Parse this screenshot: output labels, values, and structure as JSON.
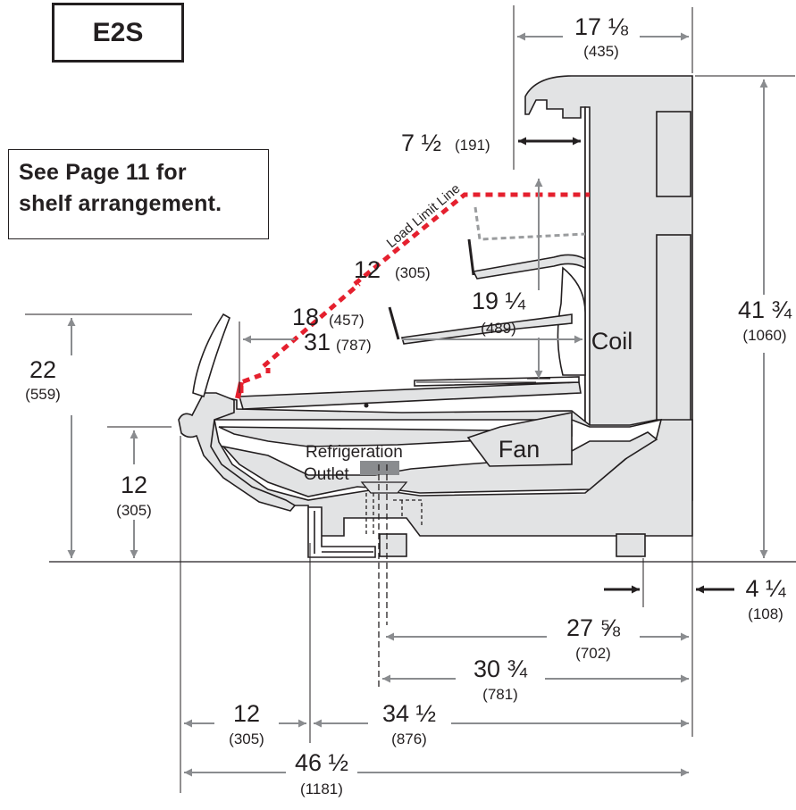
{
  "model": "E2S",
  "note": {
    "line1": "See Page 11 for",
    "line2": "shelf arrangement."
  },
  "labels": {
    "coil": "Coil",
    "fan": "Fan",
    "refrigeration": "Refrigeration",
    "outlet": "Outlet",
    "load_limit": "Load Limit Line"
  },
  "dimensions": {
    "top_width": {
      "in": "17 ⅛",
      "mm": "(435)"
    },
    "canopy": {
      "in": "7 ½",
      "mm": "(191)"
    },
    "shelf_upper": {
      "in": "12",
      "mm": "(305)"
    },
    "shelf_lower": {
      "in": "18",
      "mm": "(457)"
    },
    "shelf_height": {
      "in": "19 ¼",
      "mm": "(489)"
    },
    "deck_depth": {
      "in": "31",
      "mm": "(787)"
    },
    "overall_height": {
      "in": "41 ¾",
      "mm": "(1060)"
    },
    "front_height": {
      "in": "22",
      "mm": "(559)"
    },
    "bumper_height": {
      "in": "12",
      "mm": "(305)"
    },
    "rear_offset": {
      "in": "4 ¼",
      "mm": "(108)"
    },
    "leg_span": {
      "in": "27 ⅝",
      "mm": "(702)"
    },
    "drain_span": {
      "in": "30 ¾",
      "mm": "(781)"
    },
    "front_overhang": {
      "in": "12",
      "mm": "(305)"
    },
    "base_depth": {
      "in": "34 ½",
      "mm": "(876)"
    },
    "overall_depth": {
      "in": "46 ½",
      "mm": "(1181)"
    }
  },
  "colors": {
    "case_fill": "#e2e3e4",
    "outline": "#231f20",
    "load_line": "#e5202e",
    "panel_gray": "#8a8c8f"
  }
}
